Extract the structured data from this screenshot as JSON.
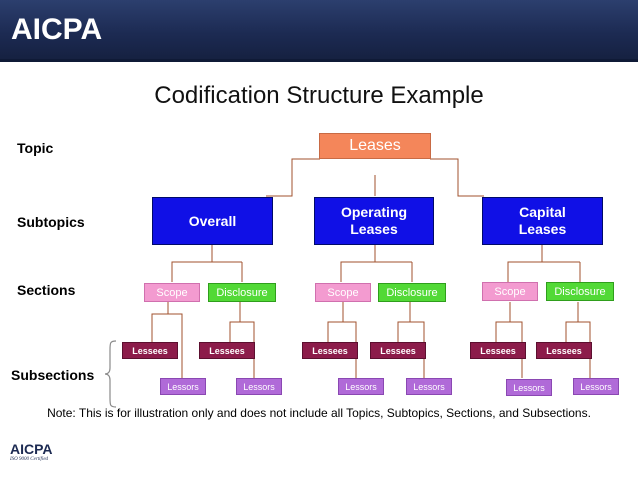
{
  "header": {
    "logo_text": "AICPA"
  },
  "title": "Codification Structure Example",
  "levels": {
    "topic": "Topic",
    "subtopics": "Subtopics",
    "sections": "Sections",
    "subsections": "Subsections"
  },
  "topic": "Leases",
  "subtopics": [
    "Overall",
    "Operating\nLeases",
    "Capital\nLeases"
  ],
  "sections": {
    "scope": "Scope",
    "disclosure": "Disclosure"
  },
  "subsections": {
    "lessees": "Lessees",
    "lessors": "Lessors"
  },
  "note": "Note: This is for illustration only and does not include all Topics, Subtopics, Sections, and Subsections.",
  "footer": {
    "logo_text": "AICPA",
    "certification": "ISO 9000 Certified"
  },
  "colors": {
    "header": "#1c2a52",
    "topic": "#f4865a",
    "subtopic": "#1010e6",
    "scope": "#f39bd0",
    "disclosure": "#52d936",
    "lessee": "#8c1c4a",
    "lessor": "#b06ad8",
    "connector": "#a0522d"
  }
}
